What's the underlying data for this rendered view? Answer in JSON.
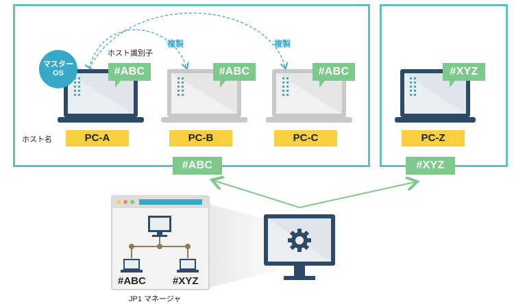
{
  "hosts": [
    {
      "name": "PC-A",
      "tag": "#ABC"
    },
    {
      "name": "PC-B",
      "tag": "#ABC"
    },
    {
      "name": "PC-C",
      "tag": "#ABC"
    },
    {
      "name": "PC-Z",
      "tag": "#XYZ"
    }
  ],
  "group_tags": {
    "left": "#ABC",
    "right": "#XYZ"
  },
  "host_name_label": "ホスト名",
  "host_identifier_label": "ホスト識別子",
  "master_os_line1": "マスター",
  "master_os_line2": "OS",
  "copy_label_1": "複製",
  "copy_label_2": "複製",
  "manager": {
    "label": "JP1 マネージャ",
    "tree_left": "#ABC",
    "tree_right": "#XYZ"
  },
  "colors": {
    "group_border": "#5fbfc2",
    "tag_green": "#7cc98b",
    "host_label_yellow": "#f7cf3f",
    "laptop_dark": "#2d4a66",
    "laptop_gray": "#c8c8c8",
    "accent_blue": "#37a9c8"
  }
}
